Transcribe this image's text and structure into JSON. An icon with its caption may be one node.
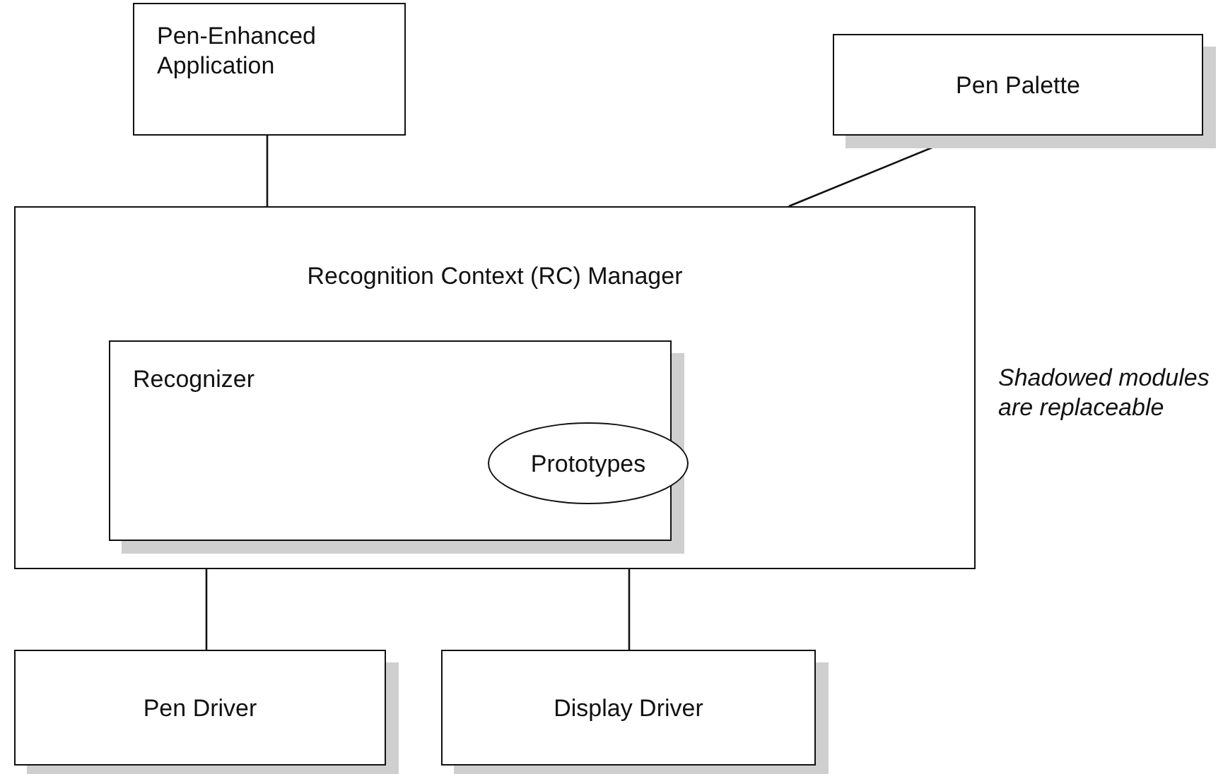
{
  "diagram": {
    "nodes": [
      {
        "text": [
          "Pen-Enhanced Application"
        ]
      },
      {
        "text": [
          "Pen Palette"
        ]
      },
      {
        "text": [
          "Recognition Context (RC) Manager"
        ]
      },
      {
        "text": [
          "Recognizer"
        ],
        "in": 2
      },
      {
        "text": [
          "Prototypes"
        ],
        "in": 3
      },
      {
        "text": [
          "Pen Driver"
        ]
      },
      {
        "text": [
          "Display Driver"
        ]
      }
    ],
    "edges": [
      {
        "from": 0,
        "to": 2,
        "arrow": "none"
      },
      {
        "from": 1,
        "to": 2,
        "arrow": "none"
      },
      {
        "from": 2,
        "to": 5,
        "arrow": "none"
      },
      {
        "from": 2,
        "to": 6,
        "arrow": "none"
      }
    ],
    "labels": [
      "Shadowed modules are replaceable"
    ]
  }
}
